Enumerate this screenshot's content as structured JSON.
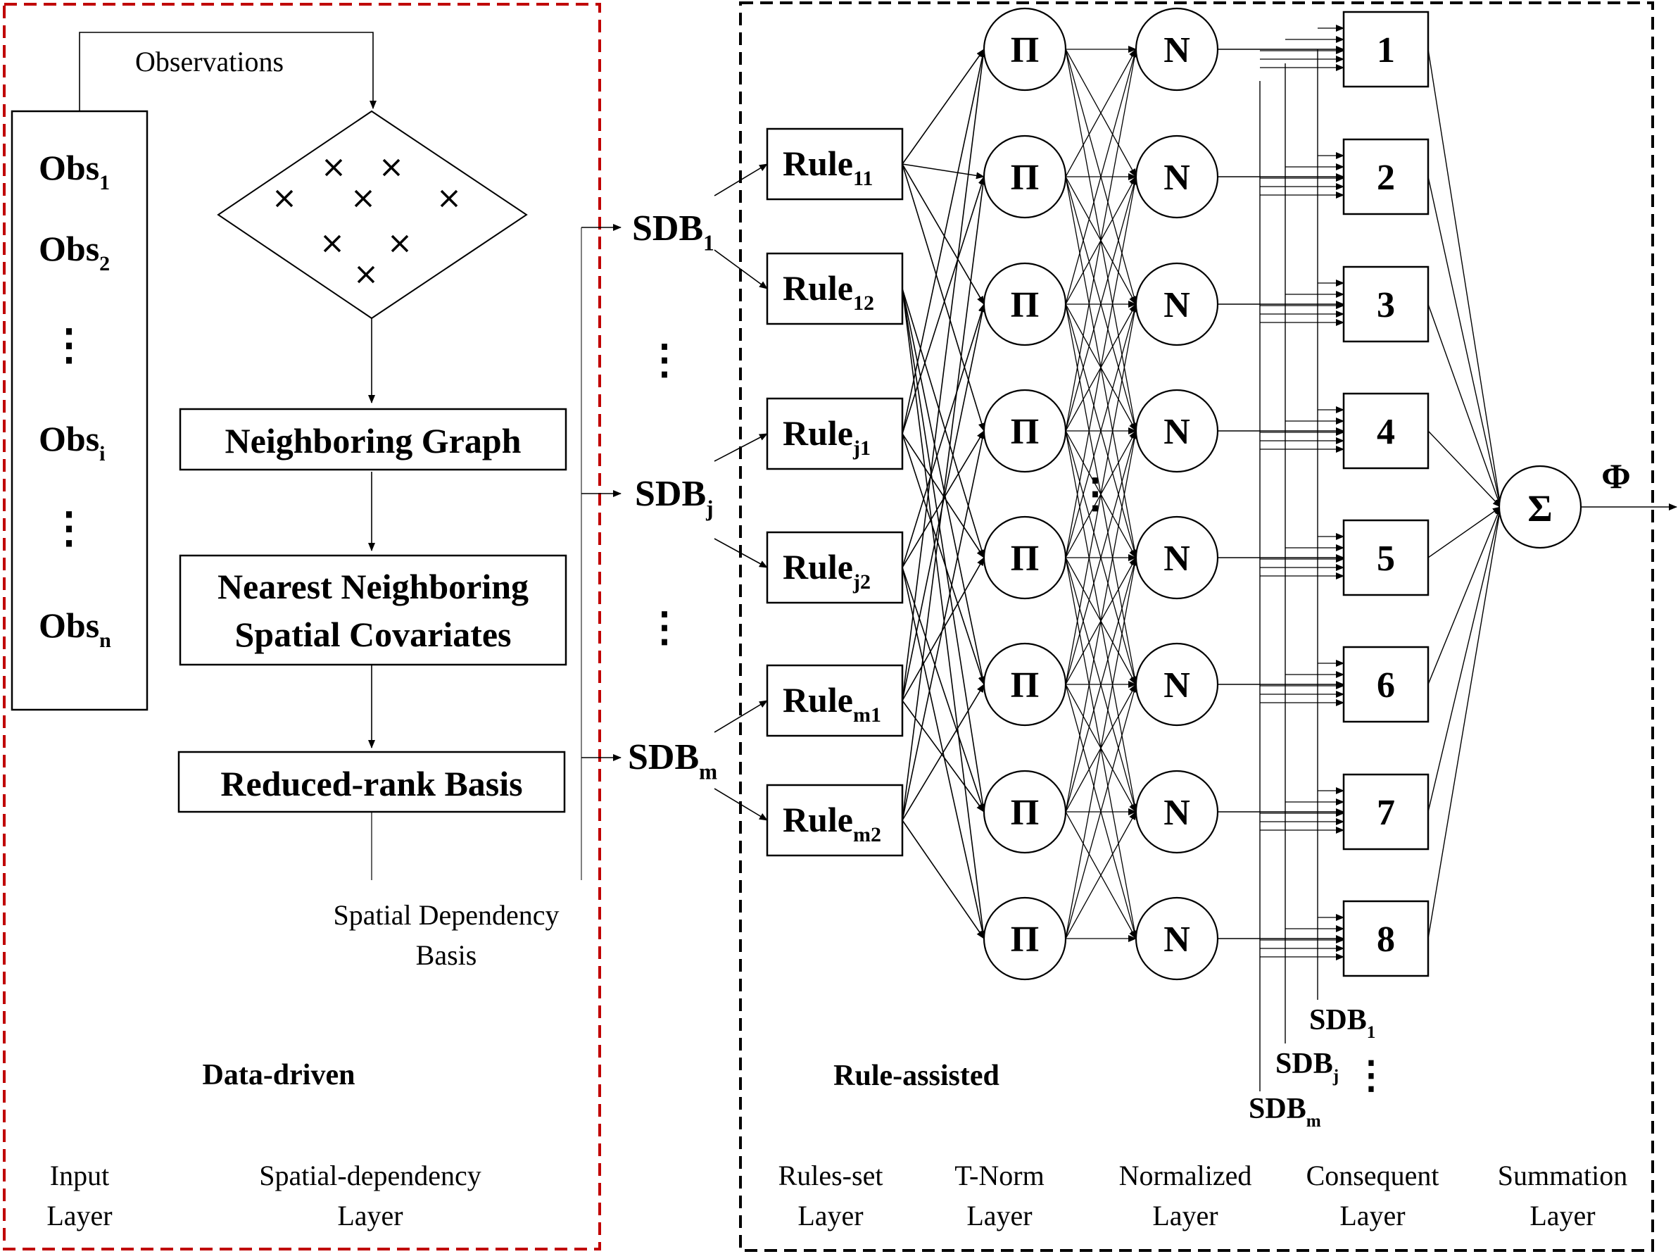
{
  "panels": {
    "left_title": "Data-driven",
    "right_title": "Rule-assisted",
    "left_border_color": "#c00000",
    "right_border_color": "#000000"
  },
  "input_layer": {
    "label_line1": "Input",
    "label_line2": "Layer",
    "observations": [
      {
        "base": "Obs",
        "sub": "1"
      },
      {
        "base": "Obs",
        "sub": "2"
      },
      {
        "base": "⋮",
        "sub": ""
      },
      {
        "base": "Obs",
        "sub": "i"
      },
      {
        "base": "⋮",
        "sub": ""
      },
      {
        "base": "Obs",
        "sub": "n"
      }
    ]
  },
  "spatial_layer": {
    "observations_label": "Observations",
    "steps": [
      "Neighboring Graph",
      "Nearest Neighboring",
      "Spatial Covariates",
      "Reduced-rank Basis"
    ],
    "basis_label_line1": "Spatial Dependency",
    "basis_label_line2": "Basis",
    "label_line1": "Spatial-dependency",
    "label_line2": "Layer"
  },
  "sdb_outputs": [
    {
      "base": "SDB",
      "sub": "1"
    },
    {
      "base": "SDB",
      "sub": "j"
    },
    {
      "base": "SDB",
      "sub": "m"
    }
  ],
  "rules": [
    {
      "base": "Rule",
      "sub": "11"
    },
    {
      "base": "Rule",
      "sub": "12"
    },
    {
      "base": "Rule",
      "sub": "j1"
    },
    {
      "base": "Rule",
      "sub": "j2"
    },
    {
      "base": "Rule",
      "sub": "m1"
    },
    {
      "base": "Rule",
      "sub": "m2"
    }
  ],
  "tnorm_symbol": "Π",
  "norm_symbol": "N",
  "consequents": [
    "1",
    "2",
    "3",
    "4",
    "5",
    "6",
    "7",
    "8"
  ],
  "sum_symbol": "Σ",
  "output_symbol": "Φ",
  "consequent_sdb_labels": [
    {
      "base": "SDB",
      "sub": "1"
    },
    {
      "base": "SDB",
      "sub": "j"
    },
    {
      "base": "SDB",
      "sub": "m"
    }
  ],
  "layer_labels": [
    {
      "line1": "Rules-set",
      "line2": "Layer"
    },
    {
      "line1": "T-Norm",
      "line2": "Layer"
    },
    {
      "line1": "Normalized",
      "line2": "Layer"
    },
    {
      "line1": "Consequent",
      "line2": "Layer"
    },
    {
      "line1": "Summation",
      "line2": "Layer"
    }
  ],
  "vertical_ellipsis": "⋮"
}
